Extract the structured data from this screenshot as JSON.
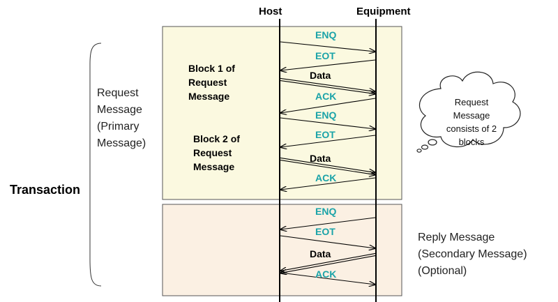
{
  "headers": {
    "host": "Host",
    "equipment": "Equipment"
  },
  "request_block_1": [
    "Block 1 of",
    "Request",
    "Message"
  ],
  "request_block_2": [
    "Block 2 of",
    "Request",
    "Message"
  ],
  "request_label": [
    "Request",
    "Message",
    "(Primary",
    "Message)"
  ],
  "transaction_label": "Transaction",
  "thought_note": [
    "Request",
    "Message",
    "consists of 2",
    "blocks"
  ],
  "reply_label": [
    "Reply Message",
    "(Secondary Message)",
    "(Optional)"
  ],
  "messages": [
    {
      "label": "ENQ",
      "kind": "control",
      "from": "host"
    },
    {
      "label": "EOT",
      "kind": "control",
      "from": "equipment"
    },
    {
      "label": "Data",
      "kind": "data",
      "from": "host"
    },
    {
      "label": "ACK",
      "kind": "control",
      "from": "equipment"
    },
    {
      "label": "ENQ",
      "kind": "control",
      "from": "host"
    },
    {
      "label": "EOT",
      "kind": "control",
      "from": "equipment"
    },
    {
      "label": "Data",
      "kind": "data",
      "from": "host"
    },
    {
      "label": "ACK",
      "kind": "control",
      "from": "equipment"
    },
    {
      "label": "ENQ",
      "kind": "control",
      "from": "equipment"
    },
    {
      "label": "EOT",
      "kind": "control",
      "from": "host"
    },
    {
      "label": "Data",
      "kind": "data",
      "from": "equipment"
    },
    {
      "label": "ACK",
      "kind": "control",
      "from": "host"
    }
  ],
  "colors": {
    "control_text": "#1aa3a8",
    "request_bg": "#fbf9e0",
    "reply_bg": "#fbf0e3",
    "box_border": "#555555",
    "line": "#000000"
  }
}
